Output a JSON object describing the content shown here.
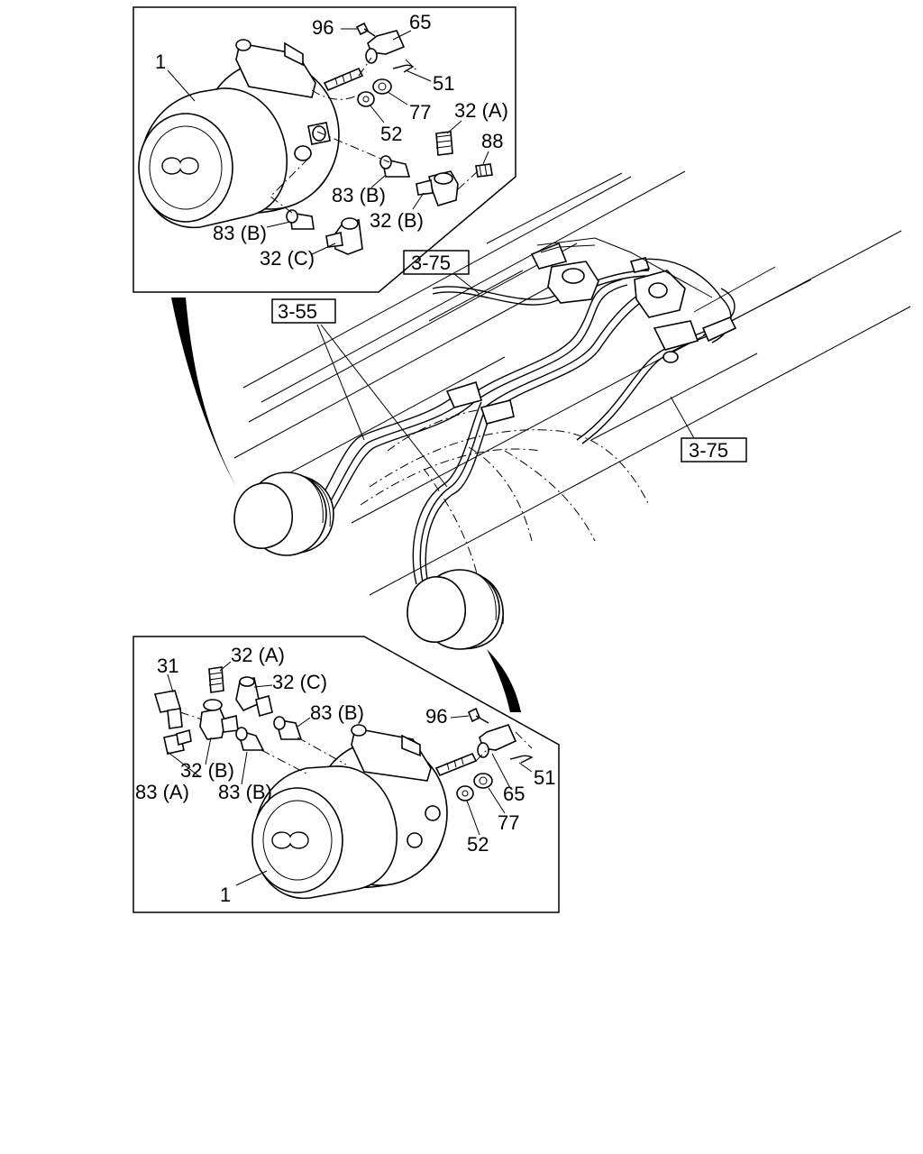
{
  "labels": {
    "top": {
      "p1": "1",
      "p96": "96",
      "p65": "65",
      "p51": "51",
      "p77": "77",
      "p52": "52",
      "p32a": "32 (A)",
      "p88": "88",
      "p83b_1": "83 (B)",
      "p32b": "32 (B)",
      "p83b_2": "83 (B)",
      "p32c": "32 (C)"
    },
    "bottom": {
      "p31": "31",
      "p32a": "32 (A)",
      "p32c": "32 (C)",
      "p83b_1": "83 (B)",
      "p96": "96",
      "p32b": "32 (B)",
      "p83a": "83 (A)",
      "p83b_2": "83 (B)",
      "p51": "51",
      "p65": "65",
      "p77": "77",
      "p52": "52",
      "p1": "1"
    },
    "refs": {
      "ref_3_75_top": "3-75",
      "ref_3_55": "3-55",
      "ref_3_75_right": "3-75"
    }
  }
}
